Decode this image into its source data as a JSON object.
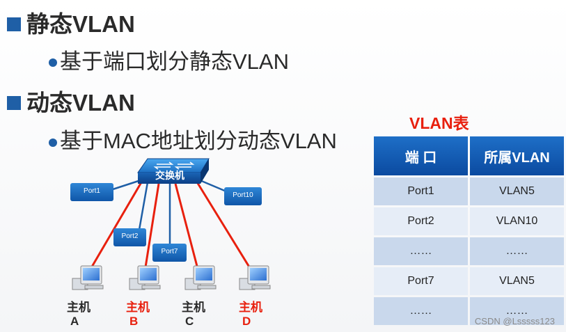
{
  "headings": [
    {
      "text": "静态VLAN",
      "sub": "基于端口划分静态VLAN"
    },
    {
      "text": "动态VLAN",
      "sub": "基于MAC地址划分动态VLAN"
    }
  ],
  "diagram": {
    "switch_label": "交换机",
    "ports": [
      "Port1",
      "Port2",
      "Port7",
      "Port10"
    ],
    "hosts": [
      {
        "name": "主机",
        "id": "A",
        "color": "#2a2a2a"
      },
      {
        "name": "主机",
        "id": "B",
        "color": "#e8200e"
      },
      {
        "name": "主机",
        "id": "C",
        "color": "#2a2a2a"
      },
      {
        "name": "主机",
        "id": "D",
        "color": "#e8200e"
      }
    ],
    "colors": {
      "accent_red": "#e8200e",
      "link_blue": "#1f5fa6"
    }
  },
  "table": {
    "title": "VLAN表",
    "headers": [
      "端 口",
      "所属VLAN"
    ],
    "rows": [
      [
        "Port1",
        "VLAN5"
      ],
      [
        "Port2",
        "VLAN10"
      ],
      [
        "……",
        "……"
      ],
      [
        "Port7",
        "VLAN5"
      ],
      [
        "……",
        "……"
      ]
    ]
  },
  "watermark": "CSDN @Lsssss123"
}
